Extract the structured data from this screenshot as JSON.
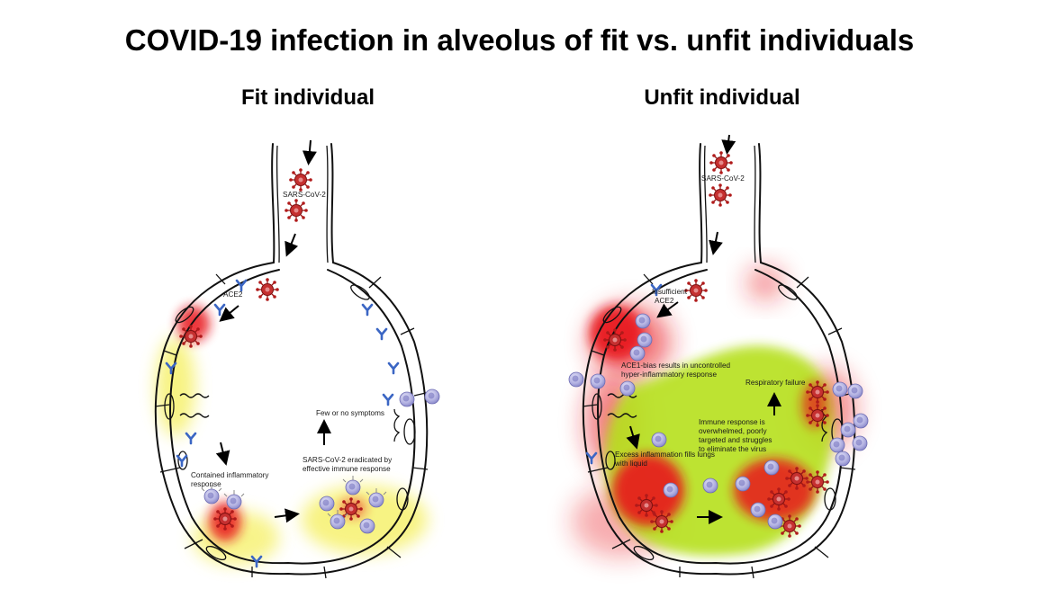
{
  "title": "COVID-19 infection in alveolus of fit vs. unfit individuals",
  "panels": {
    "fit": {
      "heading": "Fit individual",
      "labels": {
        "virus": "SARS-CoV-2",
        "receptor": "ACE2",
        "contained": [
          "Contained inflammatory",
          "response"
        ],
        "eradicated": [
          "SARS-CoV-2 eradicated by",
          "effective immune response"
        ],
        "symptoms": "Few or no symptoms"
      }
    },
    "unfit": {
      "heading": "Unfit individual",
      "labels": {
        "virus": "SARS-CoV-2",
        "receptor": [
          "Insufficient",
          "ACE2"
        ],
        "bias": [
          "ACE1-bias results in uncontrolled",
          "hyper-inflammatory response"
        ],
        "respiratory": "Respiratory failure",
        "overwhelmed": [
          "Immune response is",
          "overwhelmed, poorly",
          "targeted and struggles",
          "to eliminate the virus"
        ],
        "excess": [
          "Excess inflammation fills lungs",
          "with liquid"
        ]
      }
    }
  },
  "colors": {
    "inflammation": "#e8141b",
    "mild_zone": "#f5ef5a",
    "fluid": "#b6e01f",
    "immune_cell": "#b9b8e6",
    "virus": "#b01a1a",
    "receptor": "#3b66c4"
  }
}
